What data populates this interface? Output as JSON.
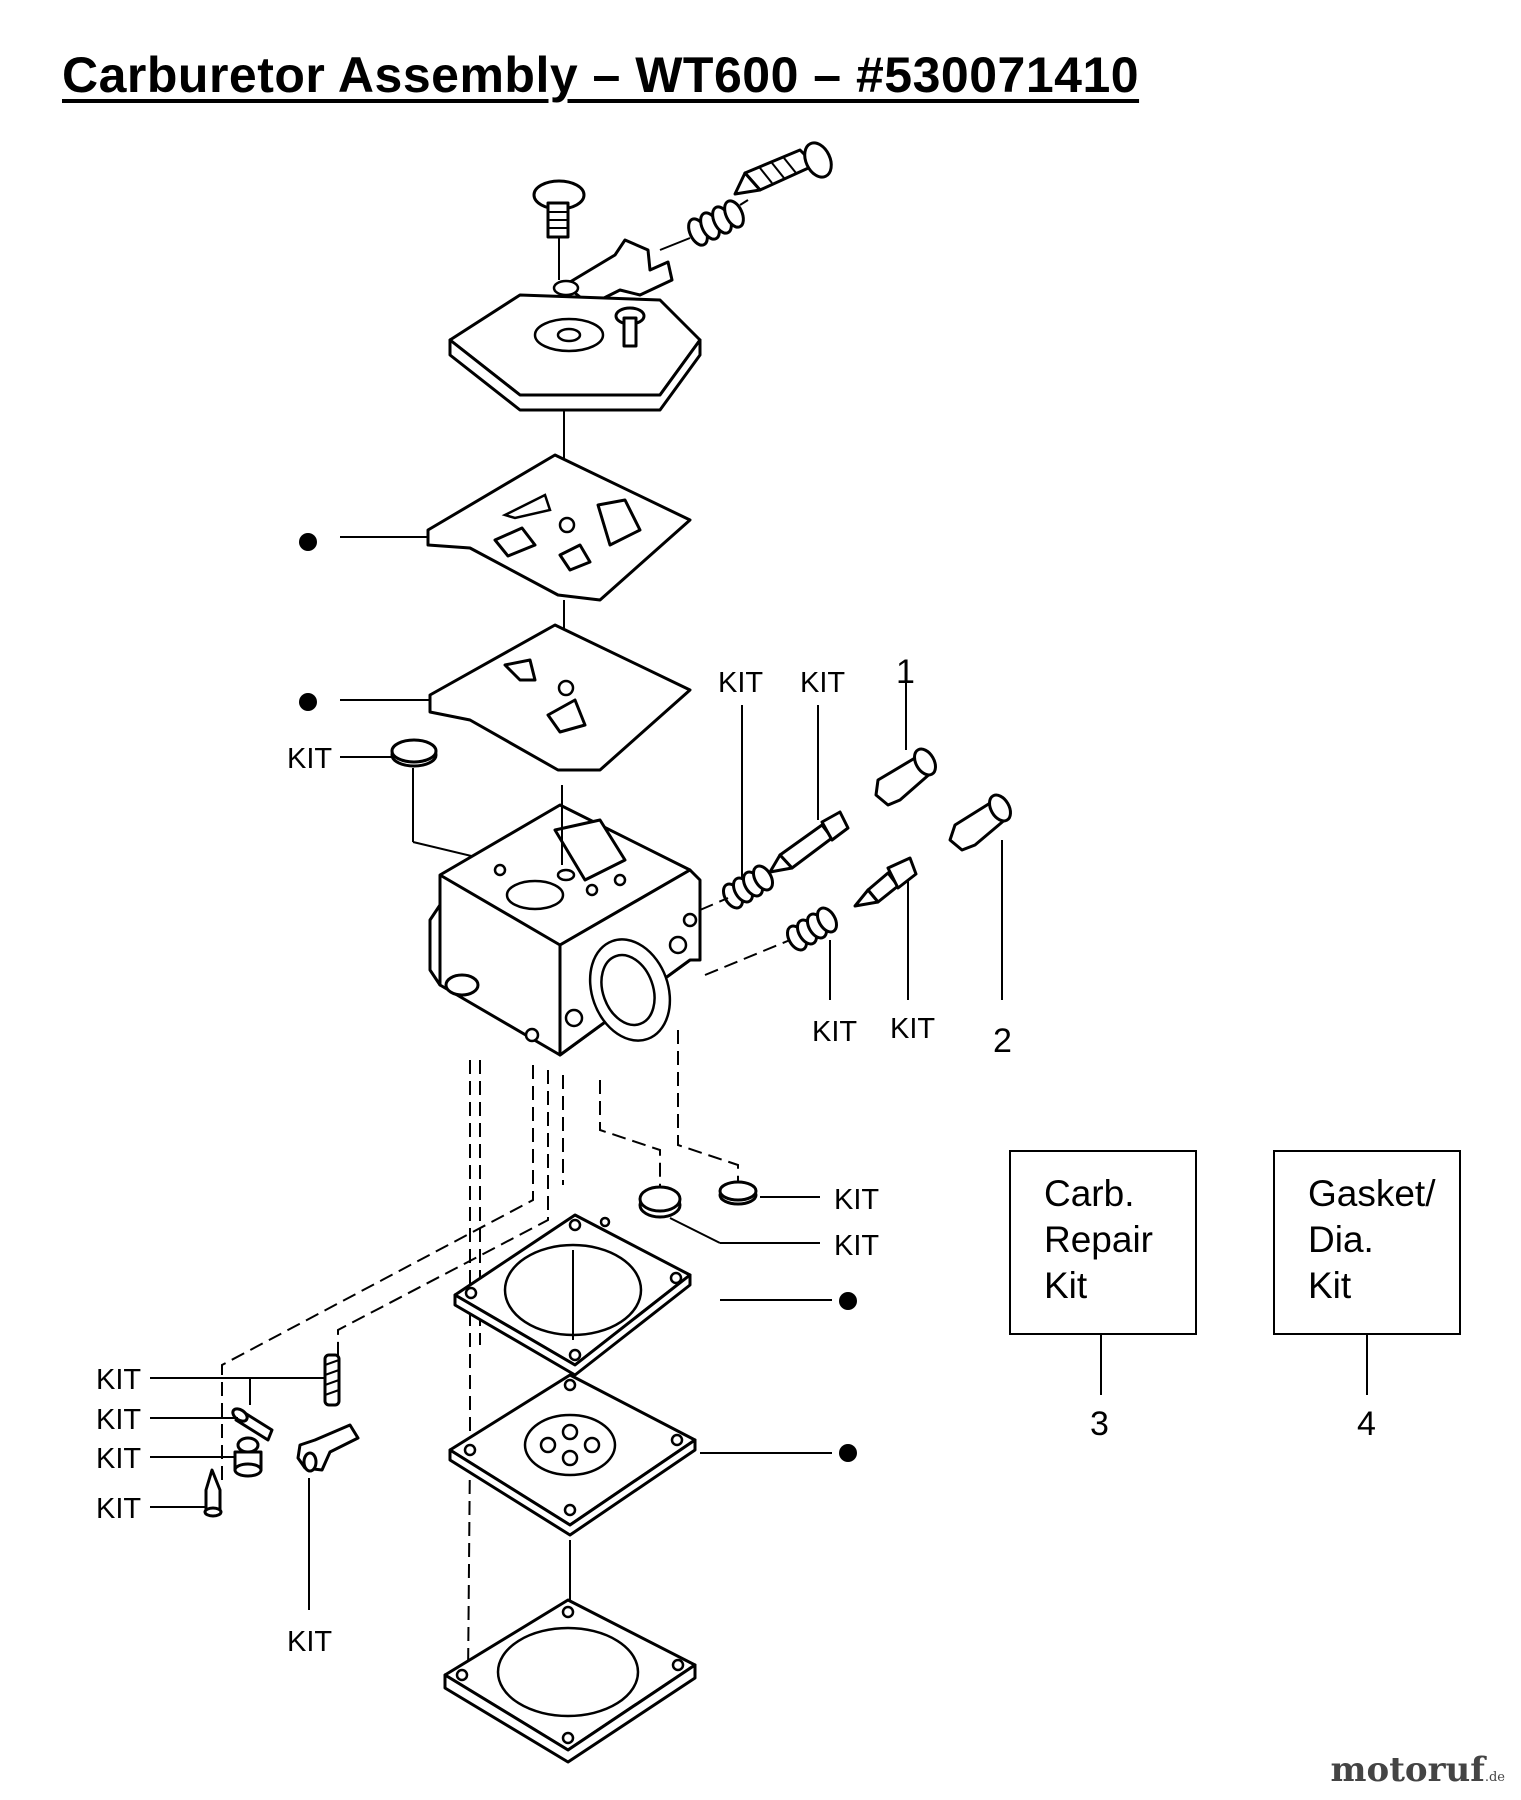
{
  "title": "Carburetor Assembly – WT600 – #530071410",
  "callout_labels": {
    "kit": "KIT",
    "ref_1": "1",
    "ref_2": "2",
    "ref_3": "3",
    "ref_4": "4"
  },
  "kit_boxes": [
    {
      "lines": [
        "Carb.",
        "Repair",
        "Kit"
      ]
    },
    {
      "lines": [
        "Gasket/",
        "Dia.",
        "Kit"
      ]
    }
  ],
  "watermark": {
    "brand": "motoruf",
    "tld": ".de"
  }
}
